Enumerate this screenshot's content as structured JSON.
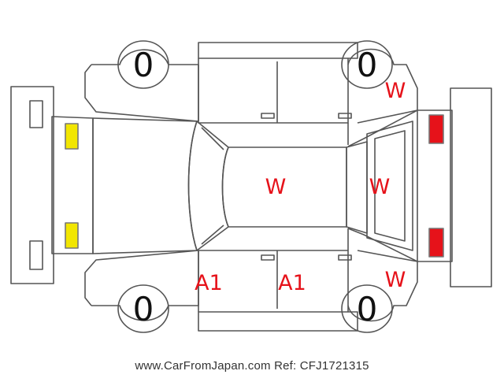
{
  "tires": {
    "front_left": "0",
    "front_right": "0",
    "rear_left": "0",
    "rear_right": "0"
  },
  "marks": {
    "roof": "W",
    "tailgate": "W",
    "right_rear_fender": "W",
    "left_rear_fender": "W",
    "left_front_door": "A1",
    "left_rear_door": "A1"
  },
  "colors": {
    "outline": "#555555",
    "mark": "#e6121a",
    "front_lamp": "#f2e600",
    "rear_lamp": "#e6121a"
  },
  "footer": {
    "source": "www.CarFromJapan.com",
    "ref": "Ref: CFJ1721315"
  }
}
